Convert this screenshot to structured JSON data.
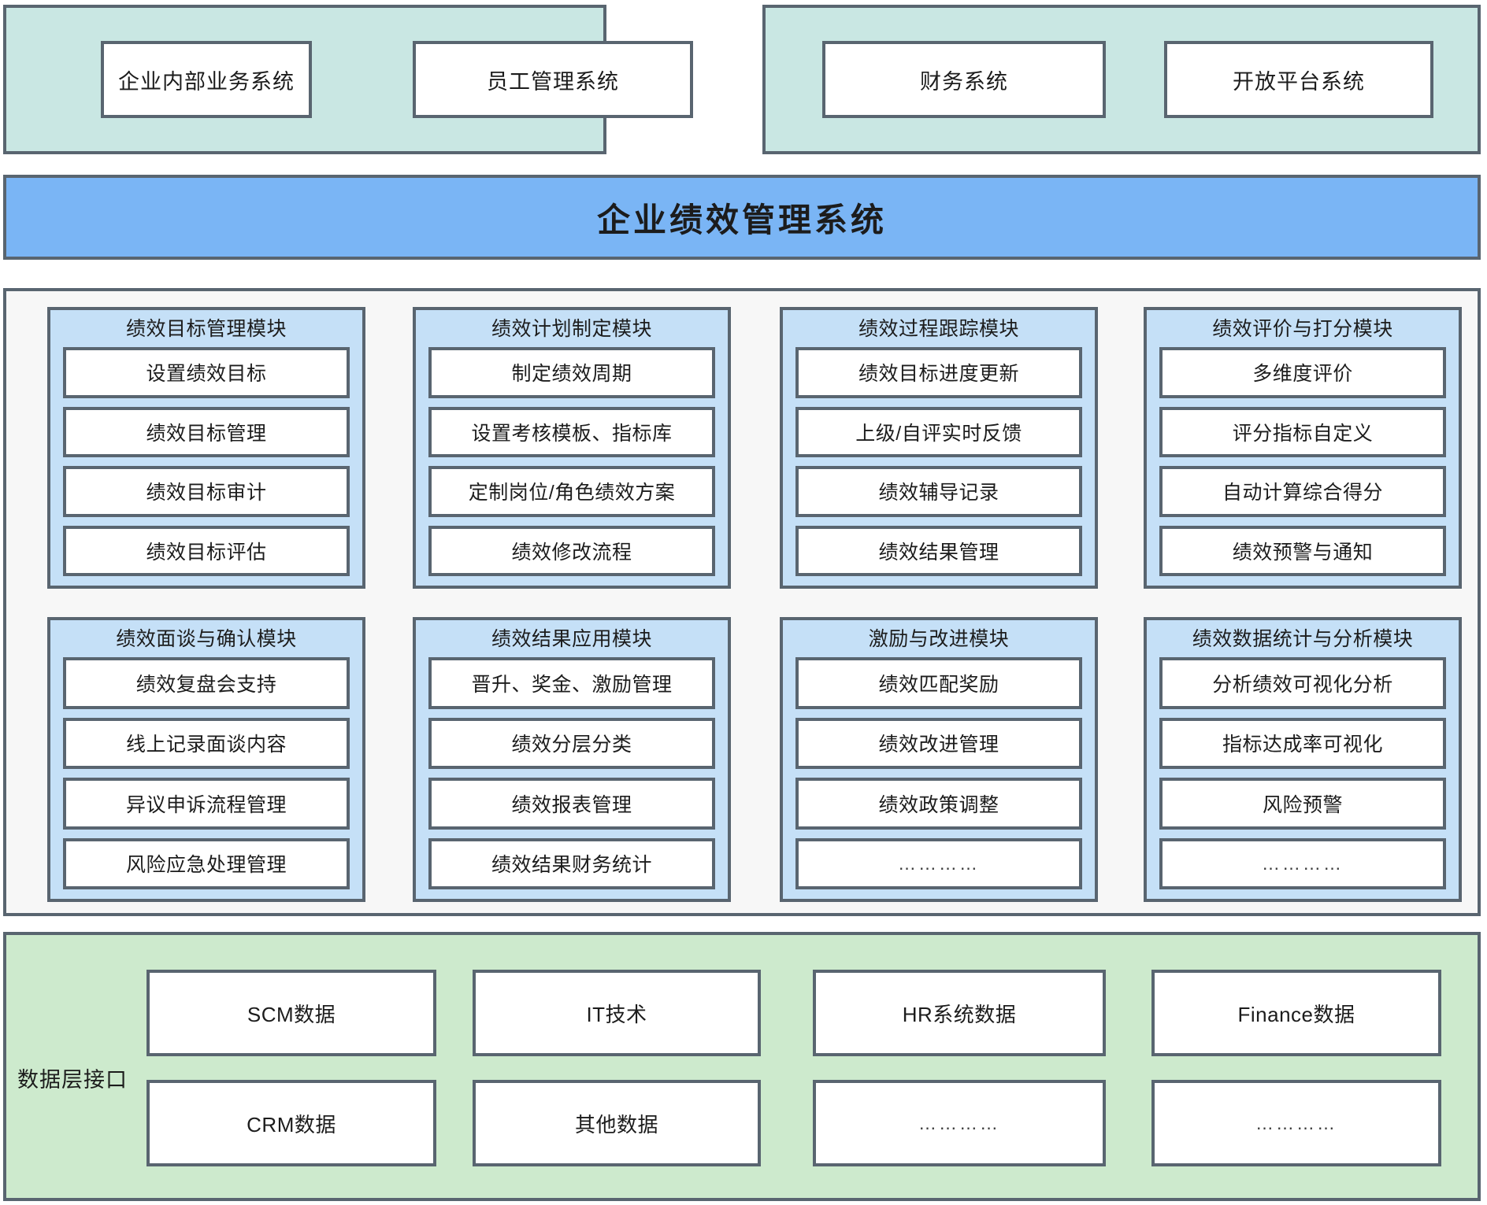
{
  "colors": {
    "external_band": "#c9e7e3",
    "title_bar": "#7ab5f5",
    "core_container": "#f7f7f7",
    "module_panel": "#c5e0f7",
    "data_layer_band": "#cdeacd",
    "box_border": "#596570",
    "card_fill": "#ffffff"
  },
  "external_systems": {
    "left_group": [
      {
        "label": "企业内部业务系统"
      },
      {
        "label": "员工管理系统"
      }
    ],
    "right_group": [
      {
        "label": "财务系统"
      },
      {
        "label": "开放平台系统"
      }
    ]
  },
  "system_title": "企业绩效管理系统",
  "modules": [
    {
      "title": "绩效目标管理模块",
      "items": [
        "设置绩效目标",
        "绩效目标管理",
        "绩效目标审计",
        "绩效目标评估"
      ]
    },
    {
      "title": "绩效计划制定模块",
      "items": [
        "制定绩效周期",
        "设置考核模板、指标库",
        "定制岗位/角色绩效方案",
        "绩效修改流程"
      ]
    },
    {
      "title": "绩效过程跟踪模块",
      "items": [
        "绩效目标进度更新",
        "上级/自评实时反馈",
        "绩效辅导记录",
        "绩效结果管理"
      ]
    },
    {
      "title": "绩效评价与打分模块",
      "items": [
        "多维度评价",
        "评分指标自定义",
        "自动计算综合得分",
        "绩效预警与通知"
      ]
    },
    {
      "title": "绩效面谈与确认模块",
      "items": [
        "绩效复盘会支持",
        "线上记录面谈内容",
        "异议申诉流程管理",
        "风险应急处理管理"
      ]
    },
    {
      "title": "绩效结果应用模块",
      "items": [
        "晋升、奖金、激励管理",
        "绩效分层分类",
        "绩效报表管理",
        "绩效结果财务统计"
      ]
    },
    {
      "title": "激励与改进模块",
      "items": [
        "绩效匹配奖励",
        "绩效改进管理",
        "绩效政策调整",
        "…………"
      ]
    },
    {
      "title": "绩效数据统计与分析模块",
      "items": [
        "分析绩效可视化分析",
        "指标达成率可视化",
        "风险预警",
        "…………"
      ]
    }
  ],
  "data_layer": {
    "label": "数据层接口",
    "row_1": [
      "SCM数据",
      "IT技术",
      "HR系统数据",
      "Finance数据"
    ],
    "row_2": [
      "CRM数据",
      "其他数据",
      "…………",
      "…………"
    ]
  }
}
